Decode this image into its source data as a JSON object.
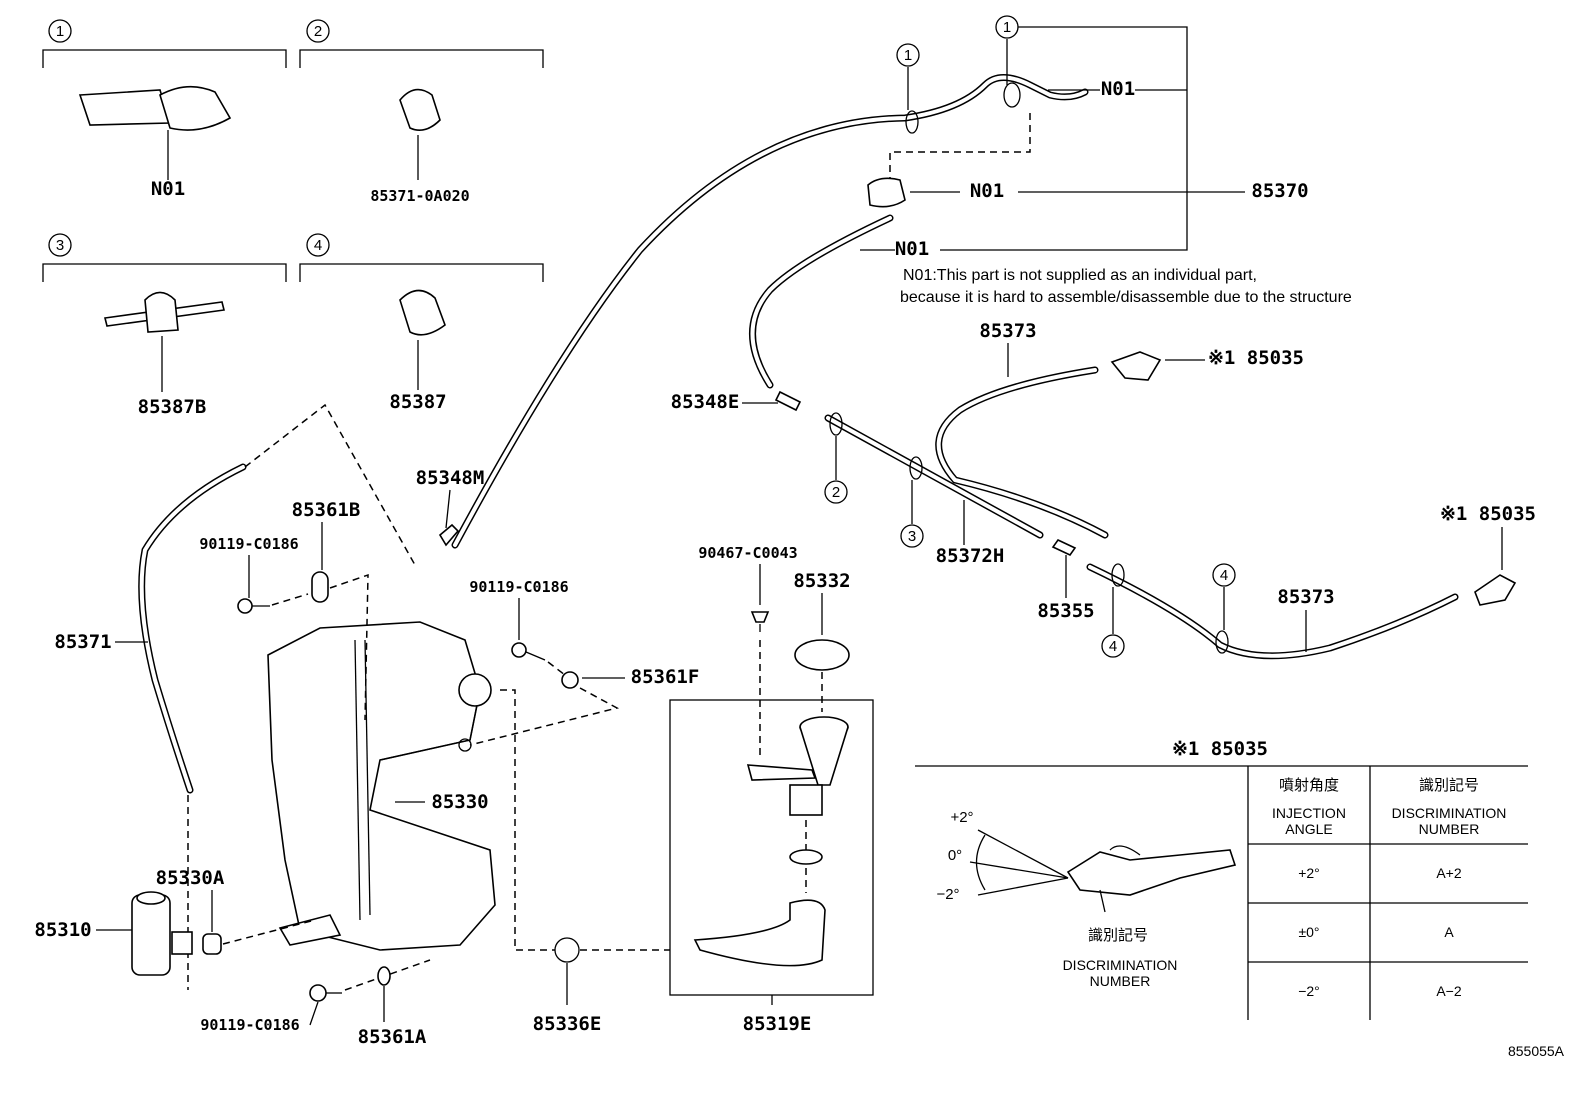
{
  "diagram": {
    "figure_id": "855055A",
    "variants": [
      {
        "marker": "1",
        "part_no": "N01"
      },
      {
        "marker": "2",
        "part_no": "85371-0A020"
      },
      {
        "marker": "3",
        "part_no": "85387B"
      },
      {
        "marker": "4",
        "part_no": "85387"
      }
    ],
    "labels": {
      "n01_a": "N01",
      "n01_b": "N01",
      "n01_c": "N01",
      "p85370": "85370",
      "p85373_a": "85373",
      "p85035_a": "※1 85035",
      "p85035_b": "※1 85035",
      "p85348E": "85348E",
      "p85348M": "85348M",
      "p85372H": "85372H",
      "p85355": "85355",
      "p85373_b": "85373",
      "p85371": "85371",
      "p85361B": "85361B",
      "bolt_a": "90119-C0186",
      "bolt_b": "90119-C0186",
      "bolt_c": "90119-C0186",
      "p85361F": "85361F",
      "p90467": "90467-C0043",
      "p85332": "85332",
      "p85330": "85330",
      "p85330A": "85330A",
      "p85310": "85310",
      "p85361A": "85361A",
      "p85336E": "85336E",
      "p85319E": "85319E"
    },
    "markers": {
      "m1_a": "1",
      "m1_b": "1",
      "m2": "2",
      "m3": "3",
      "m4_a": "4",
      "m4_b": "4"
    },
    "note": {
      "line1": "N01:This part is not supplied as an individual part,",
      "line2": "because it is hard to assemble/disassemble due to the structure"
    },
    "nozzle_table": {
      "title": "※1 85035",
      "headers": [
        {
          "jp": "噴射角度",
          "en1": "INJECTION",
          "en2": "ANGLE"
        },
        {
          "jp": "識別記号",
          "en1": "DISCRIMINATION",
          "en2": "NUMBER"
        }
      ],
      "rows": [
        {
          "angle": "+2°",
          "code": "A+2"
        },
        {
          "angle": "±0°",
          "code": "A"
        },
        {
          "angle": "−2°",
          "code": "A−2"
        }
      ],
      "figure": {
        "angle_plus": "+2°",
        "angle_zero": "0°",
        "angle_minus": "−2°",
        "mark_jp": "識別記号",
        "mark_en1": "DISCRIMINATION",
        "mark_en2": "NUMBER"
      }
    }
  }
}
